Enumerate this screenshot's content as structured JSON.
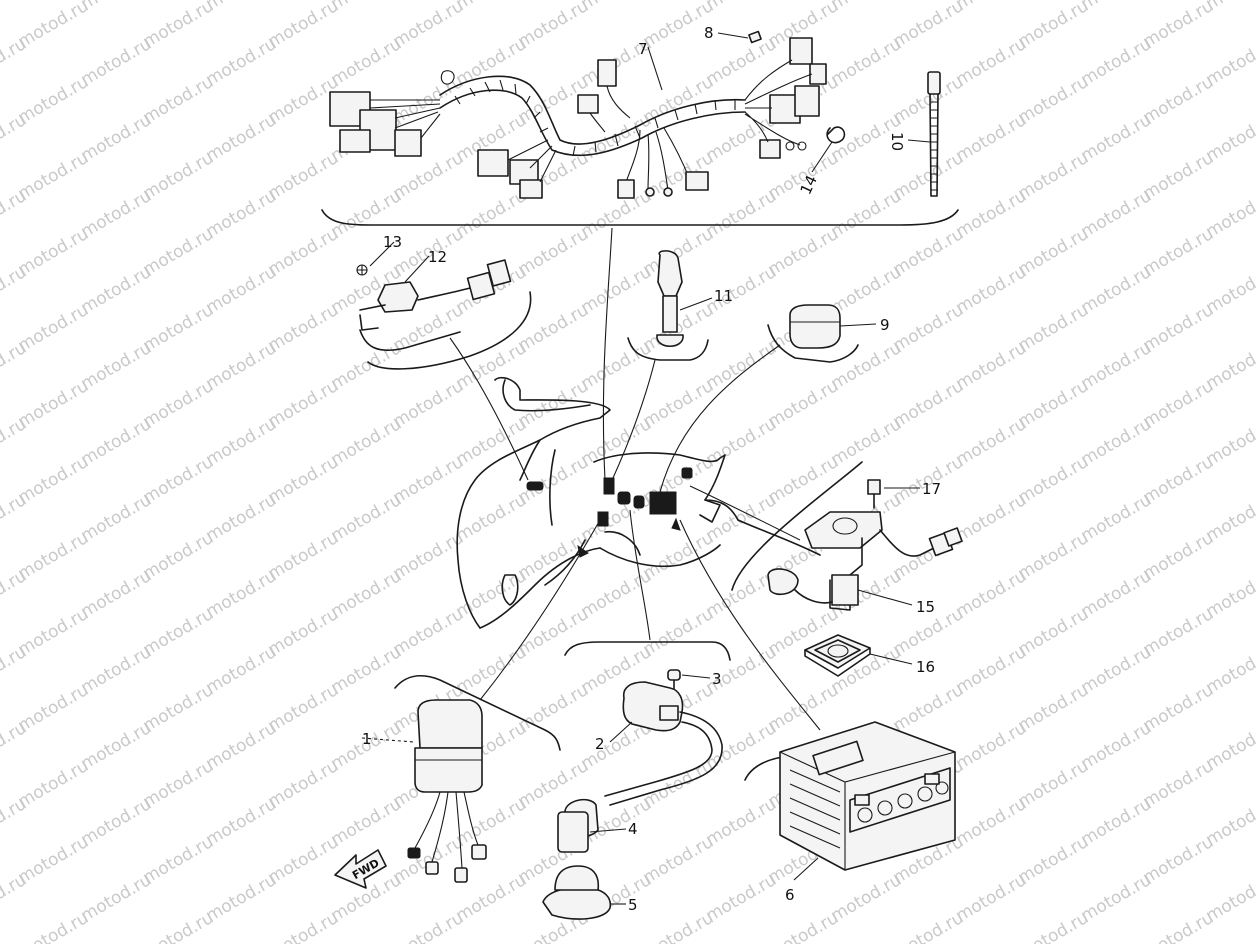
{
  "diagram": {
    "watermark": "motod.ru",
    "parts": [
      {
        "id": "1",
        "label": "1"
      },
      {
        "id": "2",
        "label": "2"
      },
      {
        "id": "3",
        "label": "3"
      },
      {
        "id": "4",
        "label": "4"
      },
      {
        "id": "5",
        "label": "5"
      },
      {
        "id": "6",
        "label": "6"
      },
      {
        "id": "7",
        "label": "7"
      },
      {
        "id": "8",
        "label": "8"
      },
      {
        "id": "9",
        "label": "9"
      },
      {
        "id": "10",
        "label": "10"
      },
      {
        "id": "11",
        "label": "11"
      },
      {
        "id": "12",
        "label": "12"
      },
      {
        "id": "13",
        "label": "13"
      },
      {
        "id": "14",
        "label": "14"
      },
      {
        "id": "15",
        "label": "15"
      },
      {
        "id": "16",
        "label": "16"
      },
      {
        "id": "17",
        "label": "17"
      }
    ],
    "fwd_label": "FWD"
  }
}
